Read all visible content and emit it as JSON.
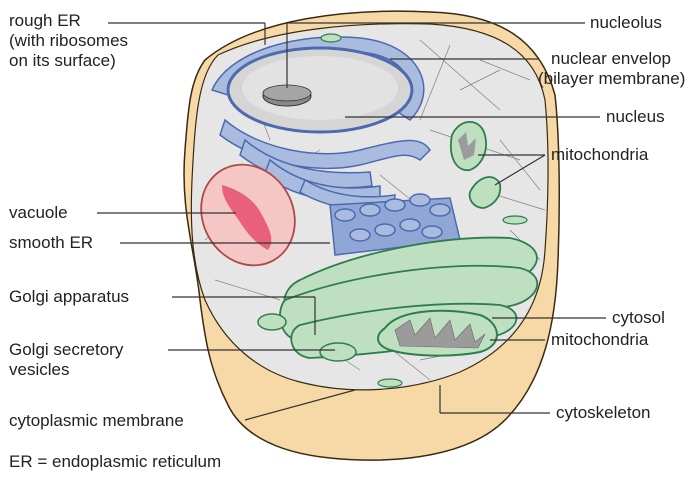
{
  "colors": {
    "cell_outer": "#F7D9A8",
    "cell_outer_stroke": "#3A2A10",
    "cytoplasm": "#E6E6E6",
    "er_blue": "#6E8BC4",
    "er_blue_light": "#A9BCE0",
    "golgi_green": "#BFE0C0",
    "golgi_stroke": "#2E7D4F",
    "vacuole_fill": "#F4C7C4",
    "vacuole_inner": "#E8607A",
    "nucleolus": "#8A8A8A",
    "leader_line": "#333333"
  },
  "labels": {
    "rough_er": [
      "rough ER",
      "(with ribosomes",
      "on its surface)"
    ],
    "nucleolus": "nucleolus",
    "nuclear_envelope": [
      "nuclear envelop",
      "(bilayer membrane)"
    ],
    "nucleus": "nucleus",
    "mitochondria_top": "mitochondria",
    "vacuole": "vacuole",
    "smooth_er": "smooth ER",
    "golgi_apparatus": "Golgi apparatus",
    "golgi_vesicles": [
      "Golgi secretory",
      "vesicles"
    ],
    "cytosol": "cytosol",
    "mitochondria_bottom": "mitochondria",
    "cytoplasmic_membrane": "cytoplasmic membrane",
    "cytoskeleton": "cytoskeleton",
    "footnote": "ER = endoplasmic reticulum"
  }
}
